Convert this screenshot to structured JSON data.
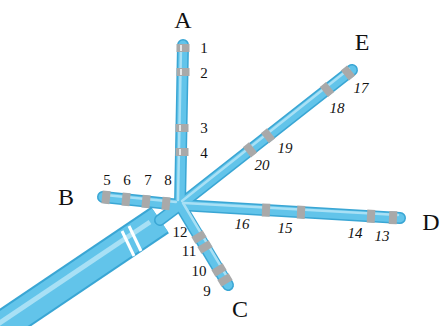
{
  "diagram": {
    "labels": [
      "A",
      "1",
      "2",
      "3",
      "4",
      "E",
      "17",
      "18",
      "19",
      "20",
      "B",
      "5",
      "6",
      "7",
      "8",
      "12",
      "11",
      "10",
      "9",
      "C",
      "16",
      "15",
      "14",
      "13",
      "D"
    ]
  }
}
